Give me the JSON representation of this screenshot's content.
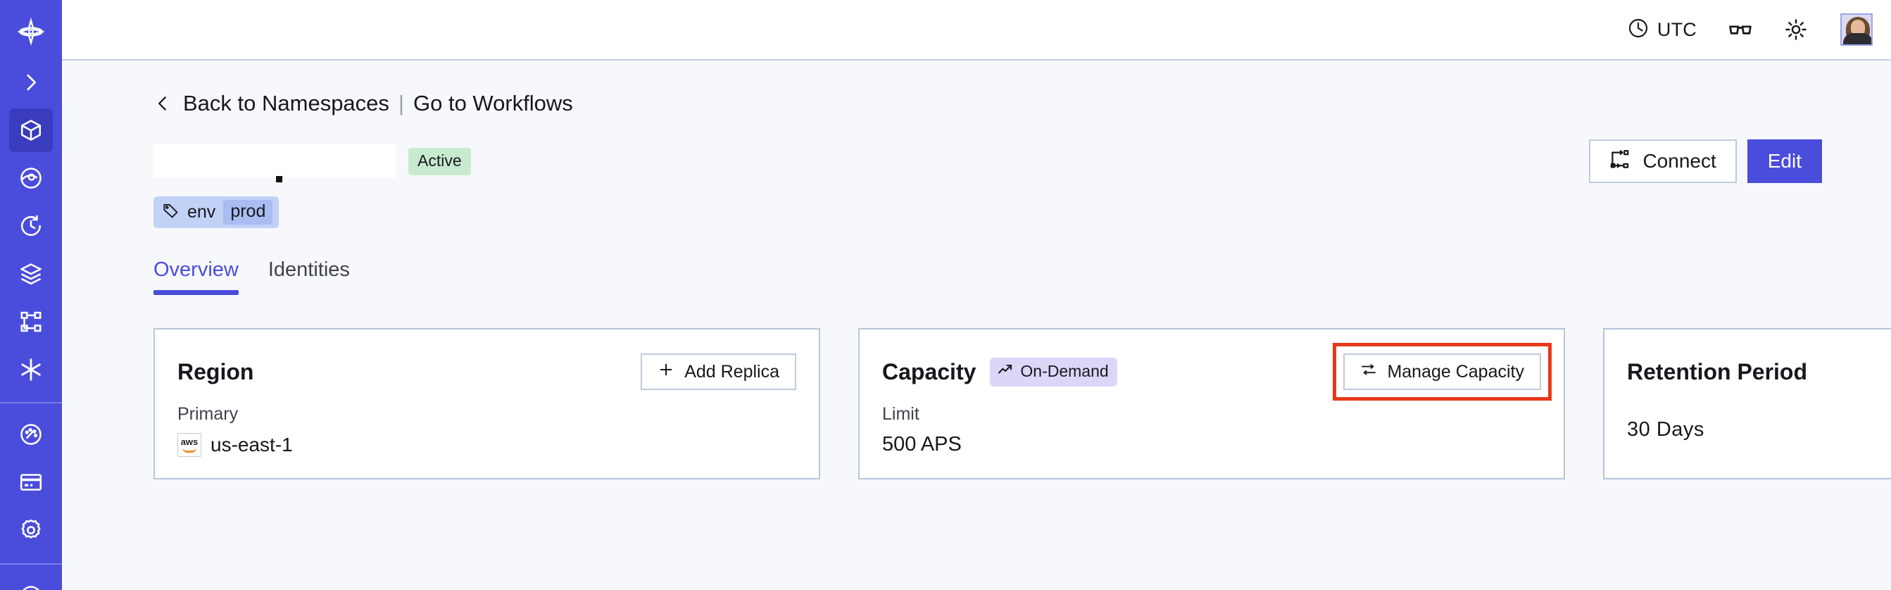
{
  "theme": {
    "sidebar_bg": "#4a4ddb",
    "sidebar_active_bg": "#3a3cbe",
    "accent": "#4a4ddb",
    "page_bg": "#f7f8fb",
    "card_border": "#b9c5dd",
    "status_active_bg": "#c8ebd0",
    "tag_chip_bg": "#c2d2f7",
    "tag_value_bg": "#a8bdf2",
    "chip_ondemand_bg": "#ded6f9",
    "highlight_red": "#e8381a"
  },
  "sidebar": {
    "logo_icon": "temporal-logo-icon",
    "items": [
      {
        "icon": "chevron-right-icon",
        "name": "expand-sidebar"
      },
      {
        "icon": "cube-icon",
        "name": "namespaces",
        "active": true
      },
      {
        "icon": "eye-icon",
        "name": "observability"
      },
      {
        "icon": "history-clock-icon",
        "name": "schedules"
      },
      {
        "icon": "layers-icon",
        "name": "batch-operations"
      },
      {
        "icon": "workflow-graph-icon",
        "name": "workflows"
      },
      {
        "icon": "asterisk-icon",
        "name": "nexus"
      }
    ],
    "group_two": [
      {
        "icon": "gauge-icon",
        "name": "usage"
      },
      {
        "icon": "credit-card-icon",
        "name": "billing"
      },
      {
        "icon": "gear-icon",
        "name": "settings"
      }
    ],
    "group_three": [
      {
        "icon": "help-circle-icon",
        "name": "help"
      }
    ]
  },
  "topbar": {
    "timezone_icon": "clock-icon",
    "timezone_label": "UTC",
    "glasses_icon": "glasses-icon",
    "theme_icon": "sun-icon",
    "avatar_icon": "user-avatar"
  },
  "breadcrumb": {
    "back_icon": "chevron-left-icon",
    "back_label": "Back to Namespaces",
    "divider": "|",
    "forward_label": "Go to Workflows"
  },
  "namespace": {
    "name": "",
    "name_redacted": true,
    "status_label": "Active",
    "tag": {
      "icon": "tag-icon",
      "key": "env",
      "value": "prod"
    },
    "actions": {
      "connect_icon": "connect-flow-icon",
      "connect_label": "Connect",
      "edit_label": "Edit"
    }
  },
  "tabs": [
    {
      "label": "Overview",
      "active": true
    },
    {
      "label": "Identities",
      "active": false
    }
  ],
  "cards": {
    "region": {
      "title": "Region",
      "action_icon": "plus-icon",
      "action_label": "Add Replica",
      "sub_label": "Primary",
      "provider_icon": "aws-logo",
      "value": "us-east-1"
    },
    "capacity": {
      "title": "Capacity",
      "chip_icon": "trending-up-icon",
      "chip_label": "On-Demand",
      "action_icon": "sliders-icon",
      "action_label": "Manage Capacity",
      "action_highlighted": true,
      "sub_label": "Limit",
      "value": "500 APS"
    },
    "retention": {
      "title": "Retention Period",
      "value": "30 Days"
    }
  }
}
